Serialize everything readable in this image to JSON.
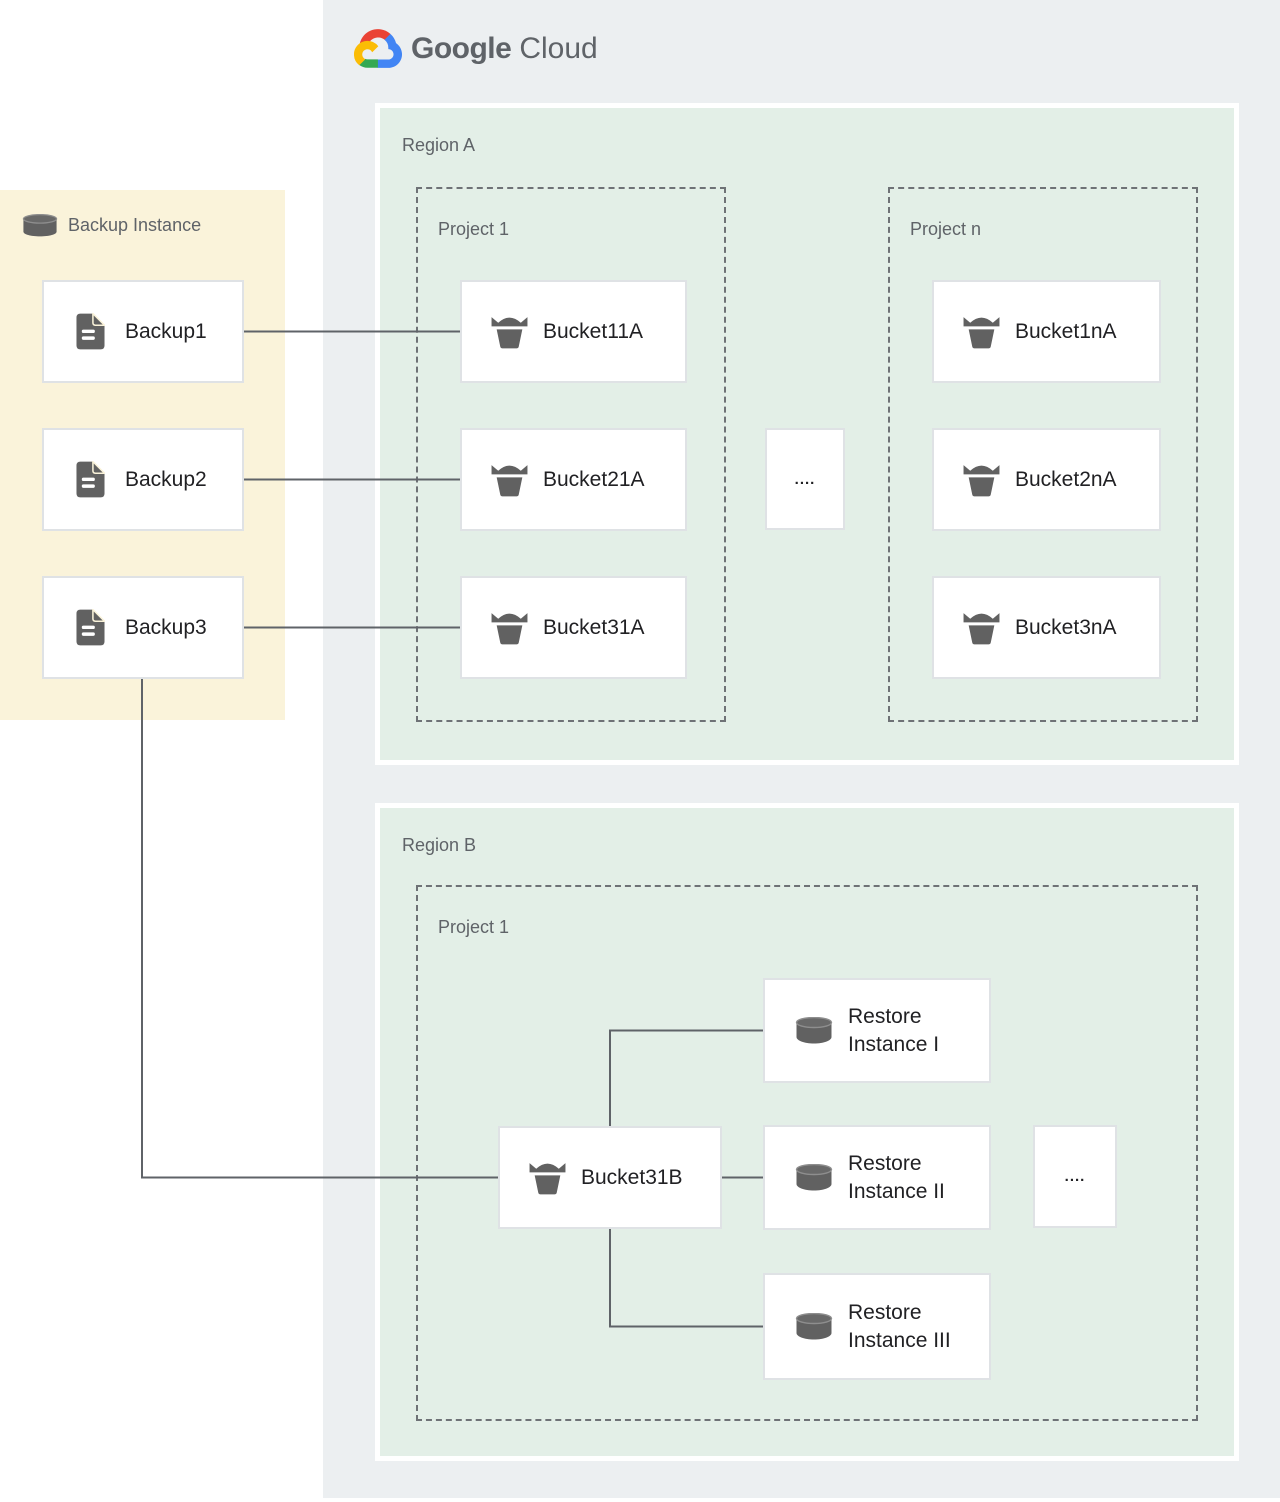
{
  "logo": {
    "part1": "Google",
    "part2": "Cloud"
  },
  "backup_panel": {
    "title": "Backup Instance",
    "items": [
      {
        "label": "Backup1"
      },
      {
        "label": "Backup2"
      },
      {
        "label": "Backup3"
      }
    ]
  },
  "region_a": {
    "label": "Region A",
    "projects": [
      {
        "label": "Project 1",
        "buckets": [
          {
            "label": "Bucket11A"
          },
          {
            "label": "Bucket21A"
          },
          {
            "label": "Bucket31A"
          }
        ]
      },
      {
        "label": "Project n",
        "buckets": [
          {
            "label": "Bucket1nA"
          },
          {
            "label": "Bucket2nA"
          },
          {
            "label": "Bucket3nA"
          }
        ]
      }
    ],
    "ellipsis": "...."
  },
  "region_b": {
    "label": "Region B",
    "project": {
      "label": "Project 1",
      "bucket": {
        "label": "Bucket31B"
      },
      "restores": [
        {
          "line1": "Restore",
          "line2": "Instance I"
        },
        {
          "line1": "Restore",
          "line2": "Instance II"
        },
        {
          "line1": "Restore",
          "line2": "Instance III"
        }
      ],
      "ellipsis": "...."
    }
  },
  "colors": {
    "outer_bg": "#ECEFF1",
    "region_bg": "#E3EFE7",
    "backup_panel_bg": "#FAF3DA",
    "node_border": "#DFE2E5",
    "connector_line": "#5F6368",
    "icon_gray": "#616161",
    "label_text": "#5F6368",
    "node_text": "#212124",
    "google_red": "#EA4335",
    "google_blue": "#4285F4",
    "google_green": "#34A853",
    "google_yellow": "#FBBC05"
  }
}
